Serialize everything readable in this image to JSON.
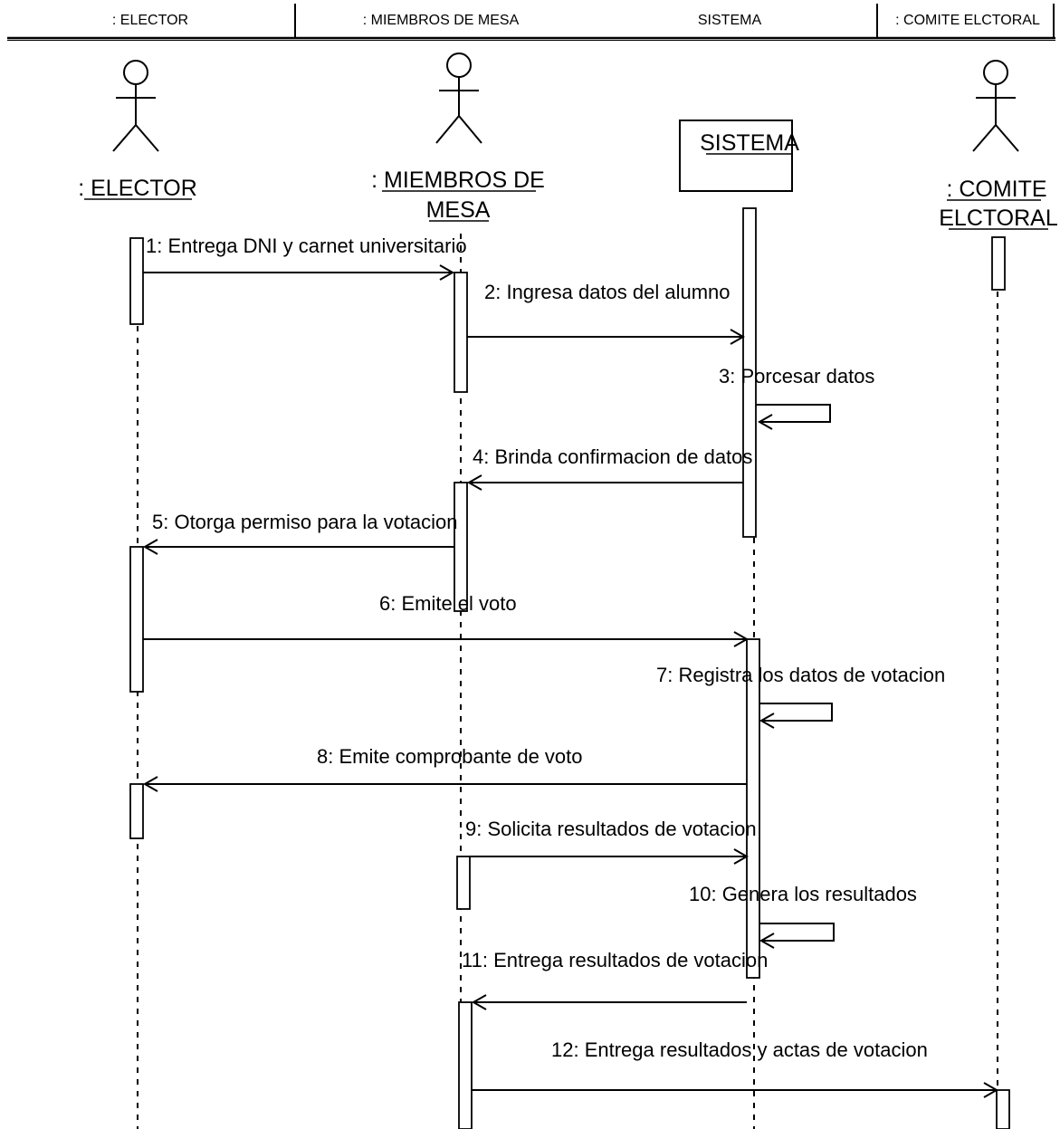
{
  "header": {
    "cells": [
      {
        "key": "elector",
        "label": ": ELECTOR"
      },
      {
        "key": "miembros",
        "label": ": MIEMBROS DE MESA"
      },
      {
        "key": "sistema",
        "label": "SISTEMA"
      },
      {
        "key": "comite",
        "label": ": COMITE ELCTORAL"
      }
    ]
  },
  "participants": {
    "elector": {
      "lines": [
        ": ELECTOR"
      ],
      "type": "actor"
    },
    "miembros": {
      "lines": [
        ": MIEMBROS DE",
        "MESA"
      ],
      "type": "actor"
    },
    "sistema": {
      "lines": [
        "SISTEMA"
      ],
      "type": "object"
    },
    "comite": {
      "lines": [
        ": COMITE",
        "ELCTORAL"
      ],
      "type": "actor"
    }
  },
  "messages": [
    {
      "from": "elector",
      "to": "miembros",
      "text": "1: Entrega DNI y carnet universitario"
    },
    {
      "from": "miembros",
      "to": "sistema",
      "text": "2: Ingresa datos del alumno"
    },
    {
      "from": "sistema",
      "to": "sistema",
      "text": "3: Porcesar datos"
    },
    {
      "from": "sistema",
      "to": "miembros",
      "text": "4: Brinda confirmacion de datos"
    },
    {
      "from": "miembros",
      "to": "elector",
      "text": "5: Otorga permiso para la votacion"
    },
    {
      "from": "elector",
      "to": "sistema",
      "text": "6: Emite el voto"
    },
    {
      "from": "sistema",
      "to": "sistema",
      "text": "7: Registra los datos de votacion"
    },
    {
      "from": "sistema",
      "to": "elector",
      "text": "8: Emite comprobante de voto"
    },
    {
      "from": "miembros",
      "to": "sistema",
      "text": "9: Solicita resultados de votacion"
    },
    {
      "from": "sistema",
      "to": "sistema",
      "text": "10: Genera los resultados"
    },
    {
      "from": "sistema",
      "to": "miembros",
      "text": "11: Entrega resultados de votacion"
    },
    {
      "from": "miembros",
      "to": "comite",
      "text": "12: Entrega resultados y actas de votacion"
    }
  ]
}
